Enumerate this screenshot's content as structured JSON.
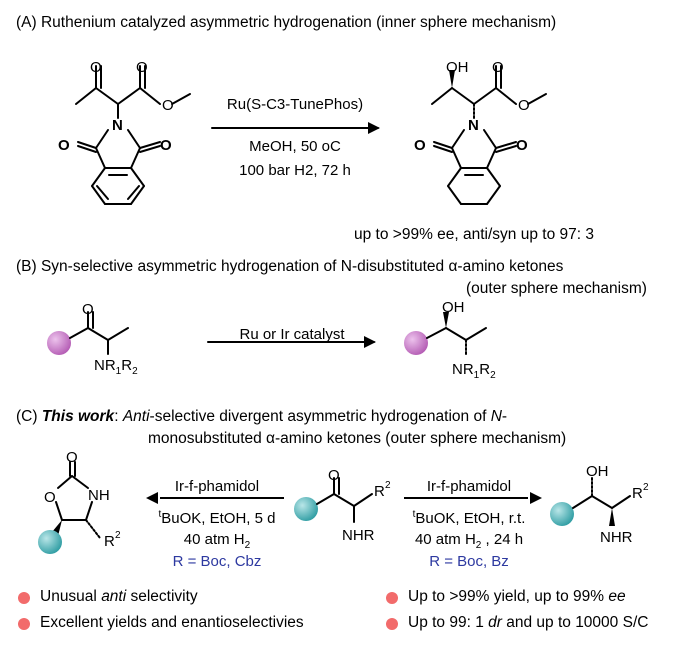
{
  "sectionA": {
    "title": "(A) Ruthenium catalyzed asymmetric hydrogenation (inner sphere mechanism)",
    "catalyst": "Ru(S-C3-TunePhos)",
    "solvent": "MeOH, 50 oC",
    "pressure": "100 bar H2, 72 h",
    "result": "up to >99% ee, anti/syn up to 97: 3"
  },
  "sectionB": {
    "title_line1": "(B) Syn-selective asymmetric hydrogenation of N-disubstituted α-amino ketones",
    "title_line2": "(outer sphere mechanism)",
    "catalyst": "Ru or Ir catalyst",
    "substituent": "NR1R2"
  },
  "sectionC": {
    "title_line1": "(C) This work: Anti-selective divergent asymmetric hydrogenation of N-",
    "title_line2": "monosubstituted α-amino ketones (outer sphere mechanism)",
    "left_conditions": {
      "catalyst": "Ir-f-phamidol",
      "base": "tBuOK, EtOH, 5 d",
      "pressure": "40 atm H2",
      "r_groups": "R = Boc, Cbz"
    },
    "right_conditions": {
      "catalyst": "Ir-f-phamidol",
      "base": "tBuOK, EtOH, r.t.",
      "pressure": "40 atm H2 , 24 h",
      "r_groups": "R = Boc, Bz"
    },
    "bullets": [
      "Unusual anti selectivity",
      "Excellent yields and enantioselectivies",
      "Up to >99% yield, up to 99% ee",
      "Up to 99: 1 dr and up to 10000 S/C"
    ]
  },
  "colors": {
    "purple_sphere": "#c86fc8",
    "teal_sphere": "#3fb3b8",
    "bullet": "#f26b6b",
    "blue_text": "#2d39a0"
  }
}
